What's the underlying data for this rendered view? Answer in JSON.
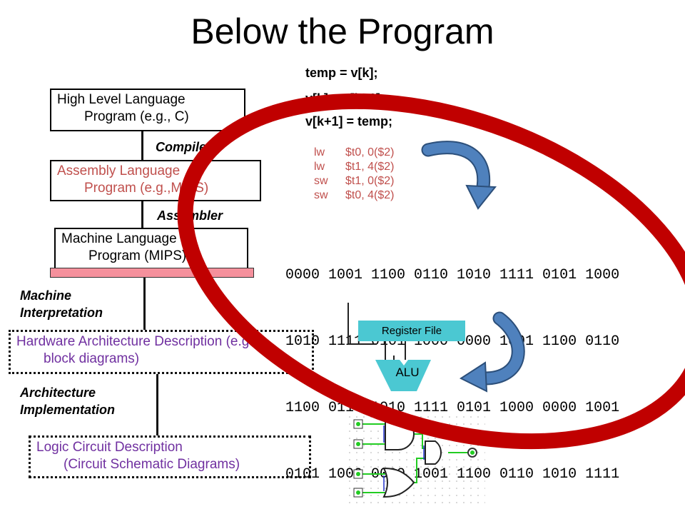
{
  "title": "Below the Program",
  "c_code": [
    "temp = v[k];",
    "v[k] = v[k+1];",
    "v[k+1] = temp;"
  ],
  "boxes": {
    "hll": {
      "line1": "High Level Language",
      "line2": "Program (e.g., C)"
    },
    "asm": {
      "line1": "Assembly  Language",
      "line2": "Program (e.g.,MIPS)"
    },
    "mach": {
      "line1": "Machine  Language",
      "line2": "Program (MIPS)"
    },
    "hw": {
      "line1": "Hardware Architecture Description (e.g.,",
      "line2": "block diagrams)"
    },
    "logic": {
      "line1": "Logic Circuit Description",
      "line2": "(Circuit Schematic Diagrams)"
    }
  },
  "labels": {
    "compiler": "Compiler",
    "assembler": "Assembler",
    "machine_interp_1": "Machine",
    "machine_interp_2": "Interpretation",
    "arch_impl_1": "Architecture",
    "arch_impl_2": "Implementation"
  },
  "assembly": [
    {
      "op": "lw",
      "args": "$t0, 0($2)"
    },
    {
      "op": "lw",
      "args": "$t1, 4($2)"
    },
    {
      "op": "sw",
      "args": "$t1, 0($2)"
    },
    {
      "op": "sw",
      "args": "$t0, 4($2)"
    }
  ],
  "binary": [
    "0000 1001 1100 0110 1010 1111 0101 1000",
    "1010 1111 0101 1000 0000 1001 1100 0110",
    "1100 0110 1010 1111 0101 1000 0000 1001",
    "0101 1000 0000 1001 1100 0110 1010 1111"
  ],
  "block_diagram": {
    "register_file": "Register File",
    "alu": "ALU"
  },
  "colors": {
    "assembly_box_text": "#c0504d",
    "hardware_box_text": "#7030a0",
    "oval": "#c00000",
    "arrow": "#4f81bd",
    "register_file": "#4bc8d2",
    "pink_bar": "#f5909c",
    "wire": "#22cc22"
  }
}
